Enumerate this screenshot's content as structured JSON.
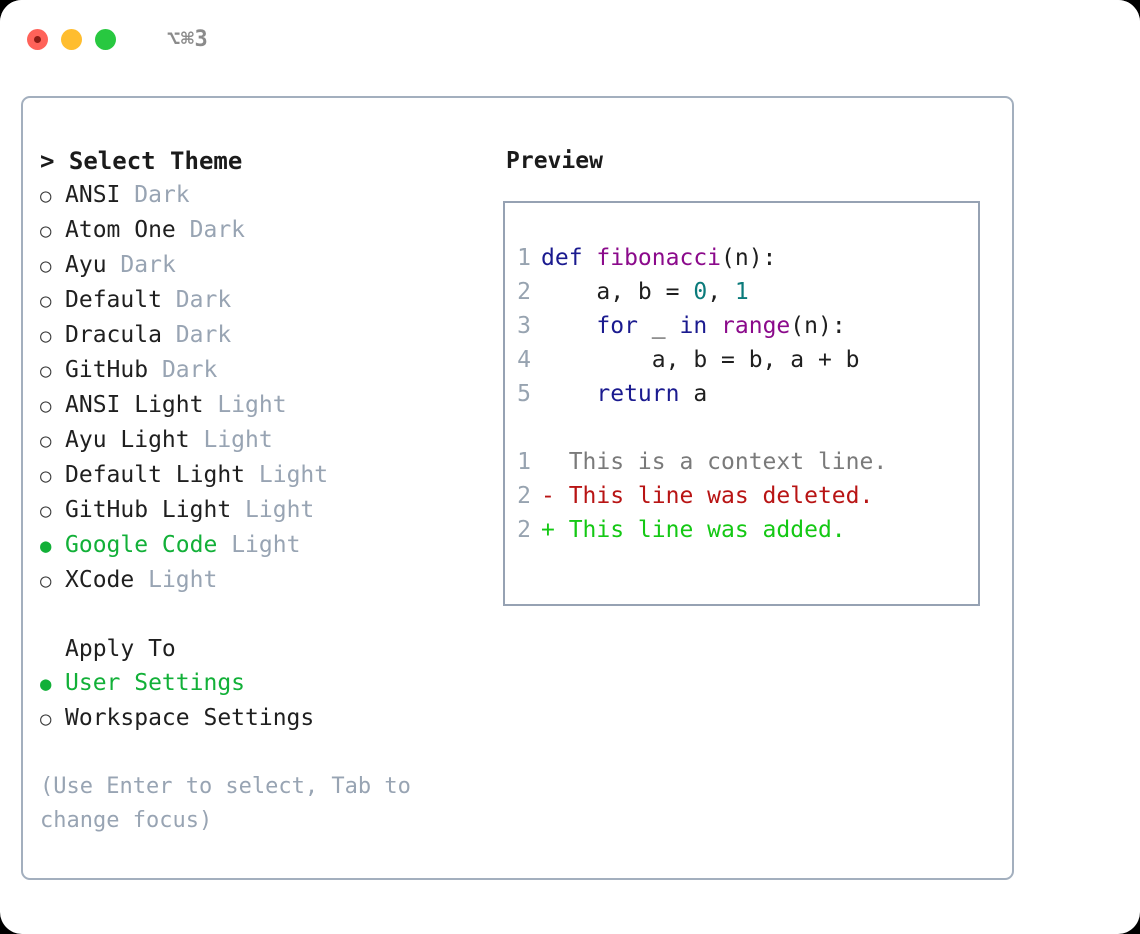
{
  "window": {
    "shortcut_label": "⌥⌘3",
    "traffic_lights": {
      "close_label": "close",
      "minimize_label": "minimize",
      "maximize_label": "maximize"
    }
  },
  "theme_panel": {
    "header": "> Select Theme",
    "items": [
      {
        "name": "ANSI",
        "tag": "Dark",
        "selected": false,
        "bullet": "○"
      },
      {
        "name": "Atom One",
        "tag": "Dark",
        "selected": false,
        "bullet": "○"
      },
      {
        "name": "Ayu",
        "tag": "Dark",
        "selected": false,
        "bullet": "○"
      },
      {
        "name": "Default",
        "tag": "Dark",
        "selected": false,
        "bullet": "○"
      },
      {
        "name": "Dracula",
        "tag": "Dark",
        "selected": false,
        "bullet": "○"
      },
      {
        "name": "GitHub",
        "tag": "Dark",
        "selected": false,
        "bullet": "○"
      },
      {
        "name": "ANSI Light",
        "tag": "Light",
        "selected": false,
        "bullet": "○"
      },
      {
        "name": "Ayu Light",
        "tag": "Light",
        "selected": false,
        "bullet": "○"
      },
      {
        "name": "Default Light",
        "tag": "Light",
        "selected": false,
        "bullet": "○"
      },
      {
        "name": "GitHub Light",
        "tag": "Light",
        "selected": false,
        "bullet": "○"
      },
      {
        "name": "Google Code",
        "tag": "Light",
        "selected": true,
        "bullet": "●"
      },
      {
        "name": "XCode",
        "tag": "Light",
        "selected": false,
        "bullet": "○"
      }
    ],
    "apply_to": {
      "label": "Apply To",
      "options": [
        {
          "name": "User Settings",
          "selected": true,
          "bullet": "●"
        },
        {
          "name": "Workspace Settings",
          "selected": false,
          "bullet": "○"
        }
      ]
    },
    "hint": "(Use Enter to select, Tab to change focus)"
  },
  "preview": {
    "title": "Preview",
    "code_lines": [
      {
        "number": "1",
        "tokens": [
          {
            "text": "def ",
            "kind": "kw"
          },
          {
            "text": "fibonacci",
            "kind": "fn"
          },
          {
            "text": "(n):",
            "kind": "punc"
          }
        ]
      },
      {
        "number": "2",
        "tokens": [
          {
            "text": "    a, b = ",
            "kind": "var"
          },
          {
            "text": "0",
            "kind": "num"
          },
          {
            "text": ", ",
            "kind": "punc"
          },
          {
            "text": "1",
            "kind": "num"
          }
        ]
      },
      {
        "number": "3",
        "tokens": [
          {
            "text": "    ",
            "kind": "punc"
          },
          {
            "text": "for",
            "kind": "kw"
          },
          {
            "text": " _ ",
            "kind": "var"
          },
          {
            "text": "in",
            "kind": "kw"
          },
          {
            "text": " ",
            "kind": "punc"
          },
          {
            "text": "range",
            "kind": "fn"
          },
          {
            "text": "(n):",
            "kind": "punc"
          }
        ]
      },
      {
        "number": "4",
        "tokens": [
          {
            "text": "        a, b = b, a + b",
            "kind": "var"
          }
        ]
      },
      {
        "number": "5",
        "tokens": [
          {
            "text": "    ",
            "kind": "punc"
          },
          {
            "text": "return",
            "kind": "kw"
          },
          {
            "text": " a",
            "kind": "var"
          }
        ]
      }
    ],
    "diff_lines": [
      {
        "number": "1",
        "marker": "  ",
        "text": "This is a context line.",
        "kind": "ctx"
      },
      {
        "number": "2",
        "marker": "- ",
        "text": "This line was deleted.",
        "kind": "del"
      },
      {
        "number": "2",
        "marker": "+ ",
        "text": "This line was added.",
        "kind": "add"
      }
    ]
  },
  "colors": {
    "accent_green": "#12b038",
    "muted_gray": "#98a4b3",
    "border": "#a3afbe",
    "keyword": "#1a1a8f",
    "function": "#8b0a8b",
    "number": "#0b7b7b",
    "diff_delete": "#b81414",
    "diff_add": "#14c814",
    "traffic_close": "#ff6259",
    "traffic_min": "#ffbd2e",
    "traffic_max": "#28c840"
  }
}
